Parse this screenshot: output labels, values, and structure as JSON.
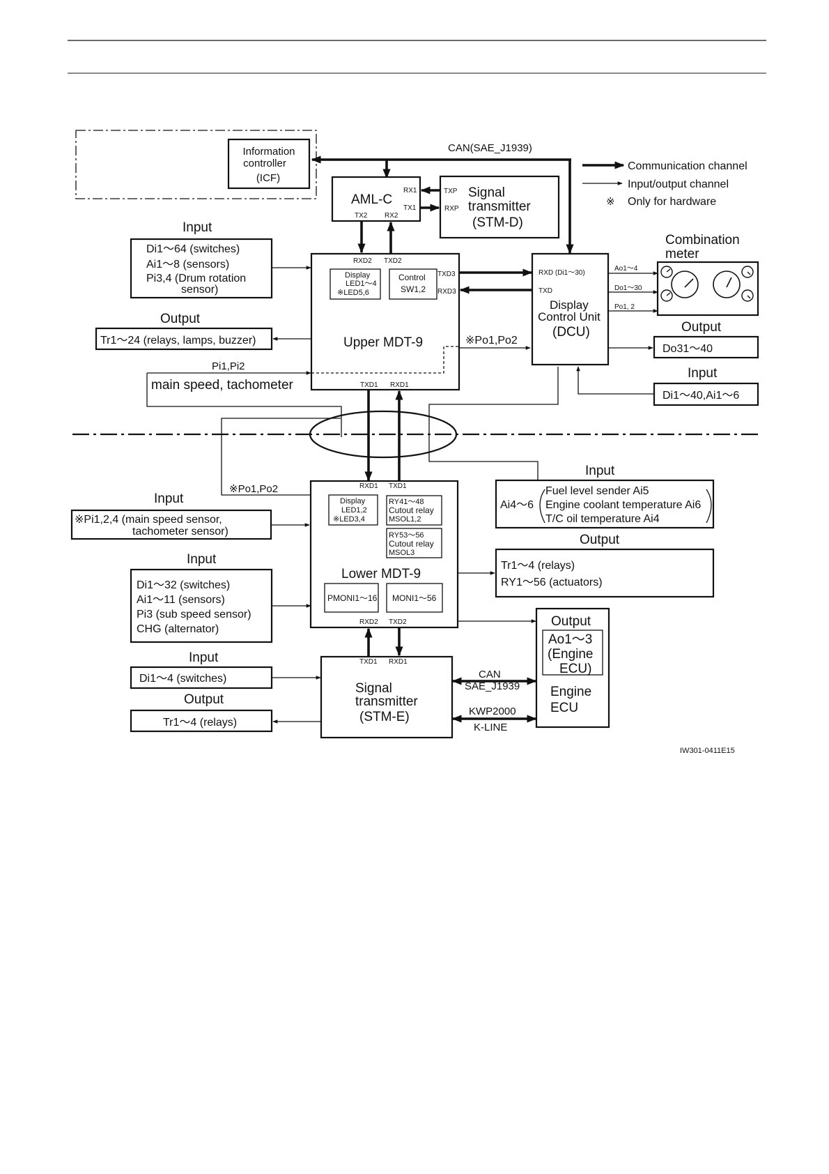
{
  "figure_code": "IW301-0411E15",
  "legend": {
    "communication": "Communication channel",
    "io": "Input/output channel",
    "hardware_mark": "※",
    "hardware": "Only for hardware"
  },
  "can_label": "CAN(SAE_J1939)",
  "icf": {
    "line1": "Information",
    "line2": "controller",
    "line3": "(ICF)"
  },
  "aml": {
    "title": "AML-C",
    "rx1": "RX1",
    "tx1": "TX1",
    "tx2": "TX2",
    "rx2": "RX2"
  },
  "stm_d": {
    "line1": "Signal",
    "line2": "transmitter",
    "line3": "(STM-D)",
    "txp": "TXP",
    "rxp": "RXP"
  },
  "upper": {
    "title": "Upper MDT-9",
    "rxd2": "RXD2",
    "txd2": "TXD2",
    "txd3": "TXD3",
    "rxd3": "RXD3",
    "txd1": "TXD1",
    "rxd1": "RXD1",
    "display_l1": "Display",
    "display_l2": "LED1～4",
    "display_l3": "※LED5,6",
    "control_l1": "Control",
    "control_l2": "SW1,2",
    "po_label": "※Po1,Po2"
  },
  "upper_input": {
    "heading": "Input",
    "l1": "Di1～64 (switches)",
    "l2": "Ai1～8 (sensors)",
    "l3": "Pi3,4 (Drum rotation",
    "l4": "sensor)"
  },
  "upper_output": {
    "heading": "Output",
    "text": "Tr1～24 (relays, lamps, buzzer)"
  },
  "pi_label": "Pi1,Pi2",
  "main_speed": "main speed, tachometer",
  "dcu": {
    "rxd": "RXD (Di1～30)",
    "txd": "TXD",
    "l1": "Display",
    "l2": "Control Unit",
    "l3": "(DCU)"
  },
  "dcu_signals": {
    "ao": "Ao1～4",
    "do": "Do1～30",
    "po": "Po1, 2"
  },
  "meter": {
    "l1": "Combination",
    "l2": "meter"
  },
  "dcu_output": {
    "heading": "Output",
    "text": "Do31～40"
  },
  "dcu_input": {
    "heading": "Input",
    "text": "Di1～40,Ai1～6"
  },
  "lower": {
    "title": "Lower MDT-9",
    "rxd1": "RXD1",
    "txd1": "TXD1",
    "rxd2": "RXD2",
    "txd2": "TXD2",
    "display_l1": "Display",
    "display_l2": "LED1,2",
    "display_l3": "※LED3,4",
    "ry1_l1": "RY41～48",
    "ry1_l2": "Cutout relay",
    "ry1_l3": "MSOL1,2",
    "ry2_l1": "RY53～56",
    "ry2_l2": "Cutout relay",
    "ry2_l3": "MSOL3",
    "pmoni": "PMONI1～16",
    "moni": "MONI1～56",
    "po_label": "※Po1,Po2"
  },
  "lower_left_input": {
    "heading": "Input",
    "l1": "※Pi1,2,4  (main speed sensor,",
    "l2": "tachometer sensor)"
  },
  "lower_input2": {
    "heading": "Input",
    "l1": "Di1～32 (switches)",
    "l2": "Ai1～11 (sensors)",
    "l3": "Pi3 (sub speed sensor)",
    "l4": "CHG (alternator)"
  },
  "lower_right_input": {
    "heading": "Input",
    "prefix": "Ai4～6",
    "l1": "Fuel level sender Ai5",
    "l2": "Engine coolant temperature Ai6",
    "l3": "T/C oil temperature Ai4"
  },
  "lower_right_output": {
    "heading": "Output",
    "l1": "Tr1～4 (relays)",
    "l2": "RY1～56 (actuators)"
  },
  "stm_e": {
    "l1": "Signal",
    "l2": "transmitter",
    "l3": "(STM-E)",
    "txd1": "TXD1",
    "rxd1": "RXD1"
  },
  "stm_input": {
    "heading": "Input",
    "text": "Di1～4 (switches)"
  },
  "stm_output": {
    "heading": "Output",
    "text": "Tr1～4 (relays)"
  },
  "ecu": {
    "out_heading": "Output",
    "ao_l1": "Ao1～3",
    "ao_l2": "(Engine",
    "ao_l3": "ECU)",
    "l1": "Engine",
    "l2": "ECU"
  },
  "can_link": {
    "l1": "CAN",
    "l2": "SAE_J1939"
  },
  "kwp_link": {
    "l1": "KWP2000",
    "l2": "K-LINE"
  }
}
